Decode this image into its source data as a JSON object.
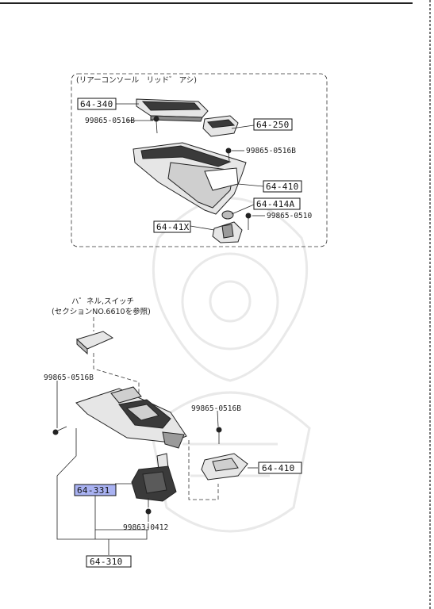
{
  "upper_group": {
    "title": "(リアーコンソール　リッド゛ アシ)",
    "labels": {
      "p64340": "64-340",
      "p64250": "64-250",
      "p64410a": "64-410",
      "p64414a": "64-414A",
      "p6441x": "64-41X",
      "bolt1": "99865-0516B",
      "bolt2": "99865-0516B",
      "bolt3": "99865-0510"
    }
  },
  "lower_group": {
    "note_line1": "ハ゜ネル,スイッチ",
    "note_line2": "(セクションNO.6610を参照)",
    "labels": {
      "bolt4": "99865-0516B",
      "bolt5": "99865-0516B",
      "p64410b": "64-410",
      "p64331": "64-331",
      "bolt6": "99863-0412",
      "p64310": "64-310"
    }
  },
  "colors": {
    "highlight": "#a9b2f2",
    "line": "#222222",
    "part_fill": "#e6e6e6",
    "part_dark": "#3a3a3a"
  }
}
